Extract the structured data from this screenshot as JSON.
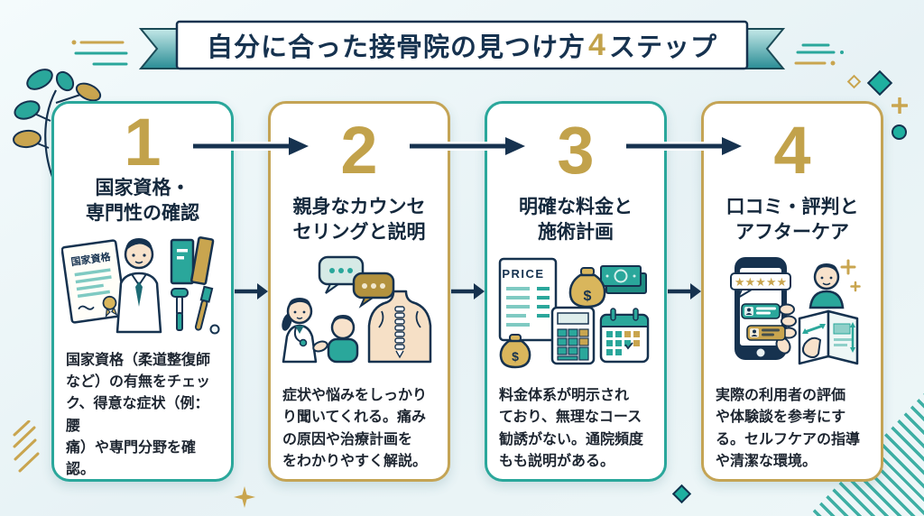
{
  "title": {
    "prefix": "自分に合った接骨院の見つけ方",
    "accent": "4",
    "suffix": "ステップ"
  },
  "steps": [
    {
      "number": "1",
      "heading": "国家資格・\n専門性の確認",
      "body": "国家資格（柔道整復師\nなど）の有無をチェッ\nク、得意な症状（例：腰\n痛）や専門分野を確認。",
      "illustration": "certificate-doctor-books",
      "labels": {
        "certificate": "国家資格"
      }
    },
    {
      "number": "2",
      "heading": "親身なカウンセ\nセリングと説明",
      "body": "症状や悩みをしっかり\nり聞いてくれる。痛み\nの原因や治療計画を\nをわかりやすく解説。",
      "illustration": "counseling-doctor-patient-spine"
    },
    {
      "number": "3",
      "heading": "明確な料金と\n施術計画",
      "body": "料金体系が明示され\nており、無理なコース\n勧誘がない。通院頻度\nもも説明がある。",
      "illustration": "price-money-calculator-calendar",
      "labels": {
        "price": "PRICE",
        "dollar": "$"
      }
    },
    {
      "number": "4",
      "heading": "口コミ・評判と\nアフターケア",
      "body": "実際の利用者の評価\nや体験談を参考にす\nる。セルフケアの指導\nや清潔な環境。",
      "illustration": "phone-review-person-booklet",
      "labels": {
        "stars": "★★★★★"
      }
    }
  ],
  "colors": {
    "teal": "#2aa79b",
    "gold": "#c2a24b",
    "navy": "#16324f",
    "background": "#eaf5f7",
    "skin": "#f8e2cb"
  }
}
